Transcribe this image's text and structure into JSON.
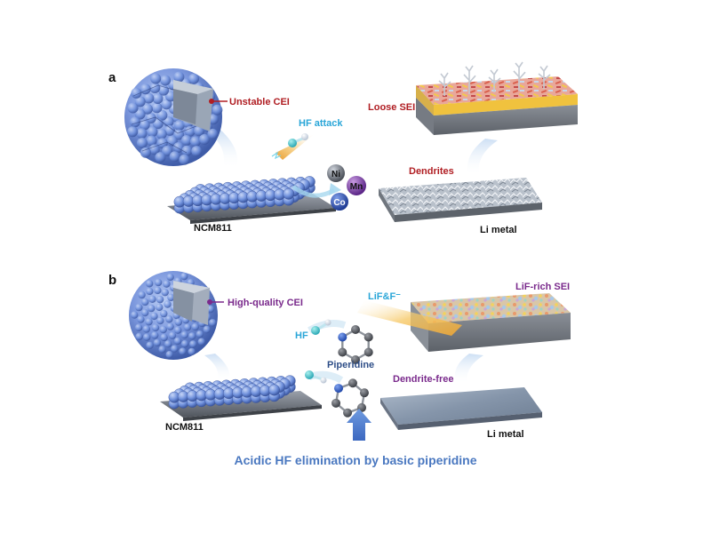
{
  "panel_a": {
    "letter": "a",
    "cathode_label": "NCM811",
    "cei_label": "Unstable CEI",
    "hf_attack_label": "HF attack",
    "metals": [
      "Ni",
      "Mn",
      "Co"
    ],
    "sei_label": "Loose SEI",
    "dendrites_label": "Dendrites",
    "anode_label": "Li metal"
  },
  "panel_b": {
    "letter": "b",
    "cathode_label": "NCM811",
    "cei_label": "High-quality CEI",
    "hf_label": "HF",
    "piperidine_label": "Piperidine",
    "lif_label": "LiF&F⁻",
    "sei_label": "LiF-rich SEI",
    "dendrite_free_label": "Dendrite-free",
    "anode_label": "Li metal",
    "caption": "Acidic HF elimination by basic piperidine"
  },
  "colors": {
    "label_red": "#b01e23",
    "label_purple": "#7a2a8c",
    "label_cyan": "#2aa6d8",
    "caption_blue": "#4a78c0",
    "particle_blue": "#6f8fd8",
    "arrow_blue": "#4f7fd0"
  }
}
